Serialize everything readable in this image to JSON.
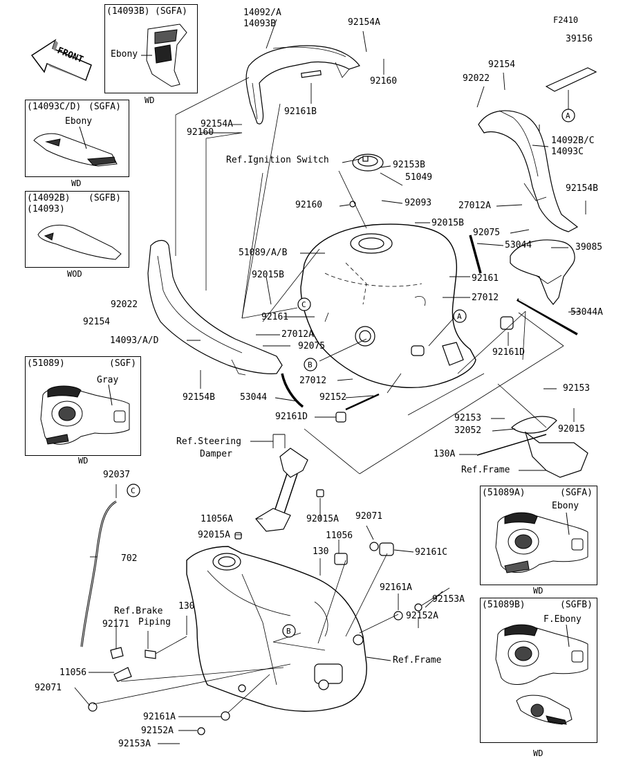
{
  "figure_code": "F2410",
  "front_arrow": "FRONT",
  "callout_letters": {
    "a": "A",
    "b": "B",
    "c": "C"
  },
  "insets": {
    "i1": {
      "code": "(14093B)",
      "grade": "(SGFA)",
      "color": "Ebony",
      "cap": "WD"
    },
    "i2": {
      "code": "(14093C/D)",
      "grade": "(SGFA)",
      "color": "Ebony",
      "cap": "WD"
    },
    "i3": {
      "code": "(14092B)",
      "code2": "(14093)",
      "grade": "(SGFB)",
      "cap": "WOD"
    },
    "i4": {
      "code": "(51089)",
      "grade": "(SGF)",
      "color": "Gray",
      "cap": "WD"
    },
    "i5": {
      "code": "(51089A)",
      "grade": "(SGFA)",
      "color": "Ebony",
      "cap": "WD"
    },
    "i6": {
      "code": "(51089B)",
      "grade": "(SGFB)",
      "color": "F.Ebony",
      "cap": "WD"
    }
  },
  "parts": {
    "p14092a": "14092/A",
    "p14093b": "14093B",
    "p92154a_1": "92154A",
    "p92160_1": "92160",
    "p92161b": "92161B",
    "p92154a_2": "92154A",
    "p92160_2": "92160",
    "p39156": "39156",
    "p92154_1": "92154",
    "p92022_1": "92022",
    "p14092bc": "14092B/C",
    "p14093c": "14093C",
    "ref_ign": "Ref.Ignition Switch",
    "p92153b": "92153B",
    "p51049": "51049",
    "p92160_3": "92160",
    "p92093": "92093",
    "p27012a_1": "27012A",
    "p92154b_1": "92154B",
    "p92015b_1": "92015B",
    "p92075_1": "92075",
    "p53044_1": "53044",
    "p39085": "39085",
    "p51089": "51089/A/B",
    "p92161_1": "92161",
    "p92015b_2": "92015B",
    "p27012_1": "27012",
    "p53044a": "53044A",
    "p92154_2": "92154",
    "p92022_2": "92022",
    "p92161_2": "92161",
    "p27012a_2": "27012A",
    "p14093ad": "14093/A/D",
    "p92075_2": "92075",
    "p92161d_1": "92161D",
    "p27012_2": "27012",
    "p92154b_2": "92154B",
    "p53044_2": "53044",
    "p92152": "92152",
    "p92153_1": "92153",
    "p92161d_2": "92161D",
    "p92153_2": "92153",
    "p92015": "92015",
    "p32052": "32052",
    "p130a": "130A",
    "ref_frame1": "Ref.Frame",
    "ref_steer1": "Ref.Steering",
    "ref_steer2": "Damper",
    "p92037": "92037",
    "p702": "702",
    "p11056a": "11056A",
    "p92015a_1": "92015A",
    "p92015a_2": "92015A",
    "p92071_1": "92071",
    "p11056_1": "11056",
    "p130_1": "130",
    "p92161c": "92161C",
    "p92161a_1": "92161A",
    "p92153a_1": "92153A",
    "p92152a_1": "92152A",
    "ref_brake1": "Ref.Brake",
    "ref_brake2": "Piping",
    "p130_2": "130",
    "p92171": "92171",
    "ref_frame2": "Ref.Frame",
    "p11056_2": "11056",
    "p92071_2": "92071",
    "p92161a_2": "92161A",
    "p92152a_2": "92152A",
    "p92153a_2": "92153A"
  }
}
